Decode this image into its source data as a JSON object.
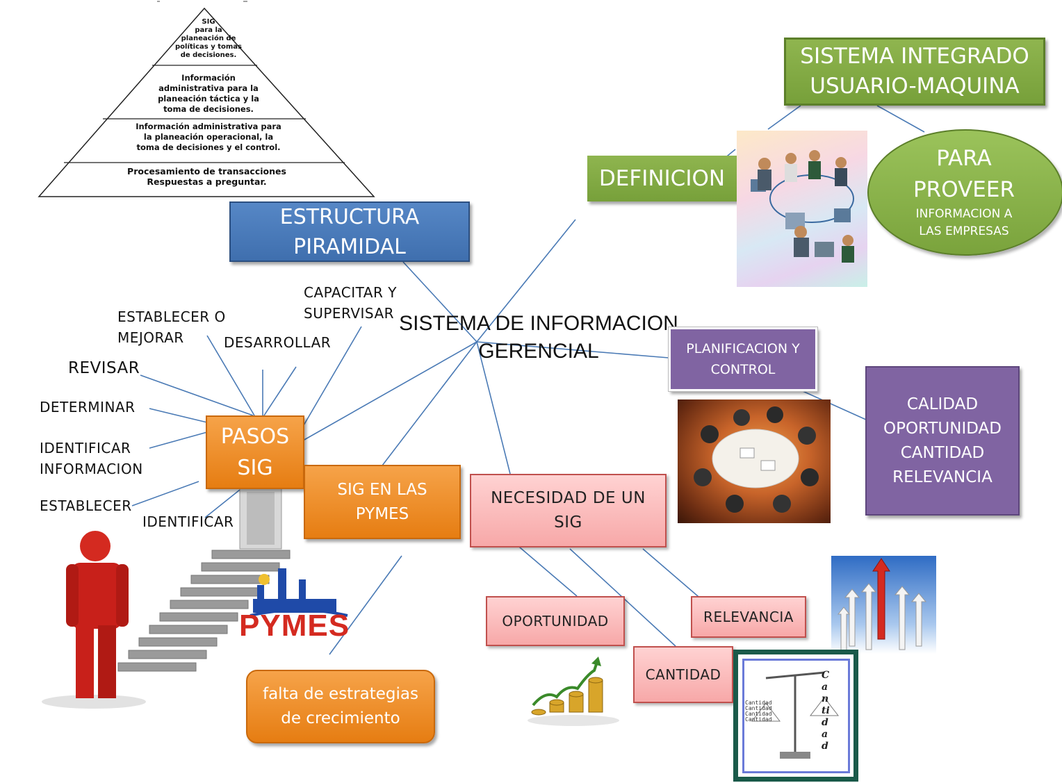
{
  "pyramid": {
    "level1": "SIG\npara la\nplaneación de\npolíticas y tomas\nde decisiones.",
    "level2": "Información\nadministrativa para la\nplaneación táctica y la\ntoma de decisiones.",
    "level3": "Información administrativa para\nla planeación operacional, la\ntoma de decisiones y el control.",
    "level4": "Procesamiento de transacciones\nRespuestas a preguntar."
  },
  "center_title": "SISTEMA DE INFORMACION\nGERENCIAL",
  "nodes": {
    "estructura_piramidal": "ESTRUCTURA\nPIRAMIDAL",
    "sistema_integrado": "SISTEMA INTEGRADO\nUSUARIO-MAQUINA",
    "definicion": "DEFINICION",
    "para_proveer": "PARA\nPROVEER",
    "para_proveer_sub": "INFORMACION A\nLAS EMPRESAS",
    "planificacion": "PLANIFICACION Y\nCONTROL",
    "calidad": "CALIDAD\nOPORTUNIDAD\nCANTIDAD\nRELEVANCIA",
    "pasos_sig": "PASOS\nSIG",
    "sig_pymes": "SIG EN LAS\nPYMES",
    "necesidad": "NECESIDAD DE UN\nSIG",
    "oportunidad": "OPORTUNIDAD",
    "relevancia": "RELEVANCIA",
    "cantidad": "CANTIDAD",
    "falta": "falta de estrategias\nde crecimiento"
  },
  "steps": {
    "capacitar": "CAPACITAR Y\nSUPERVISAR",
    "establecer_mejorar": "ESTABLECER O\nMEJORAR",
    "desarrollar": "DESARROLLAR",
    "revisar": "REVISAR",
    "determinar": "DETERMINAR",
    "identificar_info": "IDENTIFICAR\nINFORMACION",
    "establecer": "ESTABLECER",
    "identificar": "IDENTIFICAR"
  },
  "pymes_logo": "PYMES",
  "cantidad_image_text": "Cantidad\nCantidad\nCantidad\nCantidad",
  "cantidad_vertical": "Cantidad",
  "colors": {
    "green": "#77a03a",
    "blue": "#4f81bd",
    "orange": "#f39434",
    "purple": "#8064a2",
    "pink": "#f7a8a8",
    "connector": "#4a7ab5"
  }
}
